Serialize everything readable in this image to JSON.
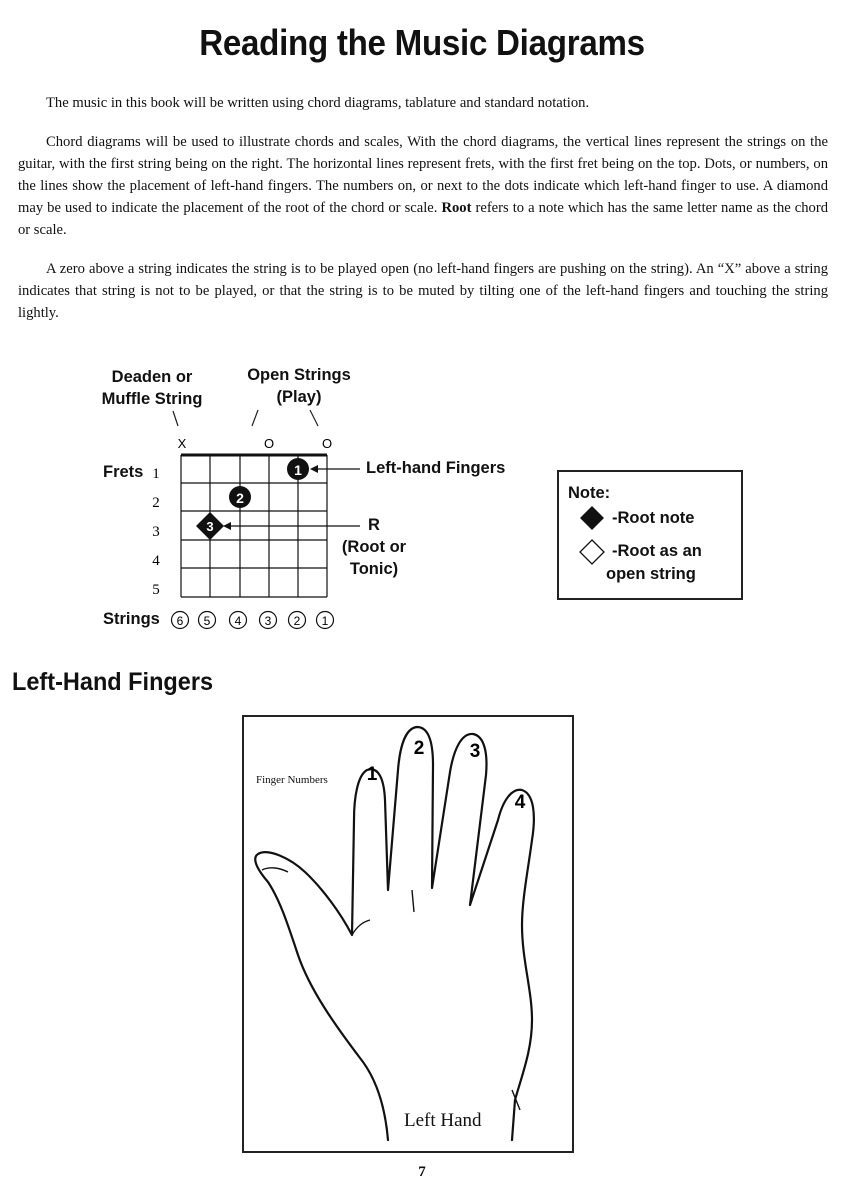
{
  "title": "Reading the Music Diagrams",
  "paragraphs": {
    "p1": "The music in this book will be written using chord diagrams, tablature and standard notation.",
    "p2_pre": "Chord diagrams will be used to illustrate chords and scales, With the chord diagrams, the vertical lines represent the strings on the guitar, with the first string being on the right. The horizontal lines represent frets, with the first fret being on the top. Dots, or numbers, on the lines show the placement of left-hand fingers. The numbers on, or next to the dots indicate which left-hand finger to use. A diamond may be used to indicate the placement of the root of the chord or scale. ",
    "p2_bold": "Root",
    "p2_post": " refers to a note which has the same letter name as the chord or scale.",
    "p3": "A zero above a string indicates the string is to be played open (no left-hand fingers are pushing on the string). An “X” above a string indicates that string is not to be played, or that the string is to be muted by tilting one of the left-hand fingers and touching the string lightly."
  },
  "diagram": {
    "deaden_line1": "Deaden or",
    "deaden_line2": "Muffle String",
    "open_line1": "Open Strings",
    "open_line2": "(Play)",
    "mute_mark": "X",
    "open_mark": "O",
    "frets_label": "Frets",
    "fret_numbers": [
      "1",
      "2",
      "3",
      "4",
      "5"
    ],
    "strings_label": "Strings",
    "string_numbers": [
      "6",
      "5",
      "4",
      "3",
      "2",
      "1"
    ],
    "dot_fingers": [
      "1",
      "2",
      "3"
    ],
    "left_hand_fingers_label": "Left-hand Fingers",
    "root_line1": "R",
    "root_line2": "(Root or",
    "root_line3": "Tonic)"
  },
  "note_box": {
    "title": "Note:",
    "root_note": "-Root note",
    "open_line1": "-Root as an",
    "open_line2": "open string"
  },
  "section_title": "Left-Hand Fingers",
  "hand": {
    "finger_numbers_label": "Finger Numbers",
    "fingers": [
      "1",
      "2",
      "3",
      "4"
    ],
    "caption": "Left Hand"
  },
  "page_number": "7"
}
